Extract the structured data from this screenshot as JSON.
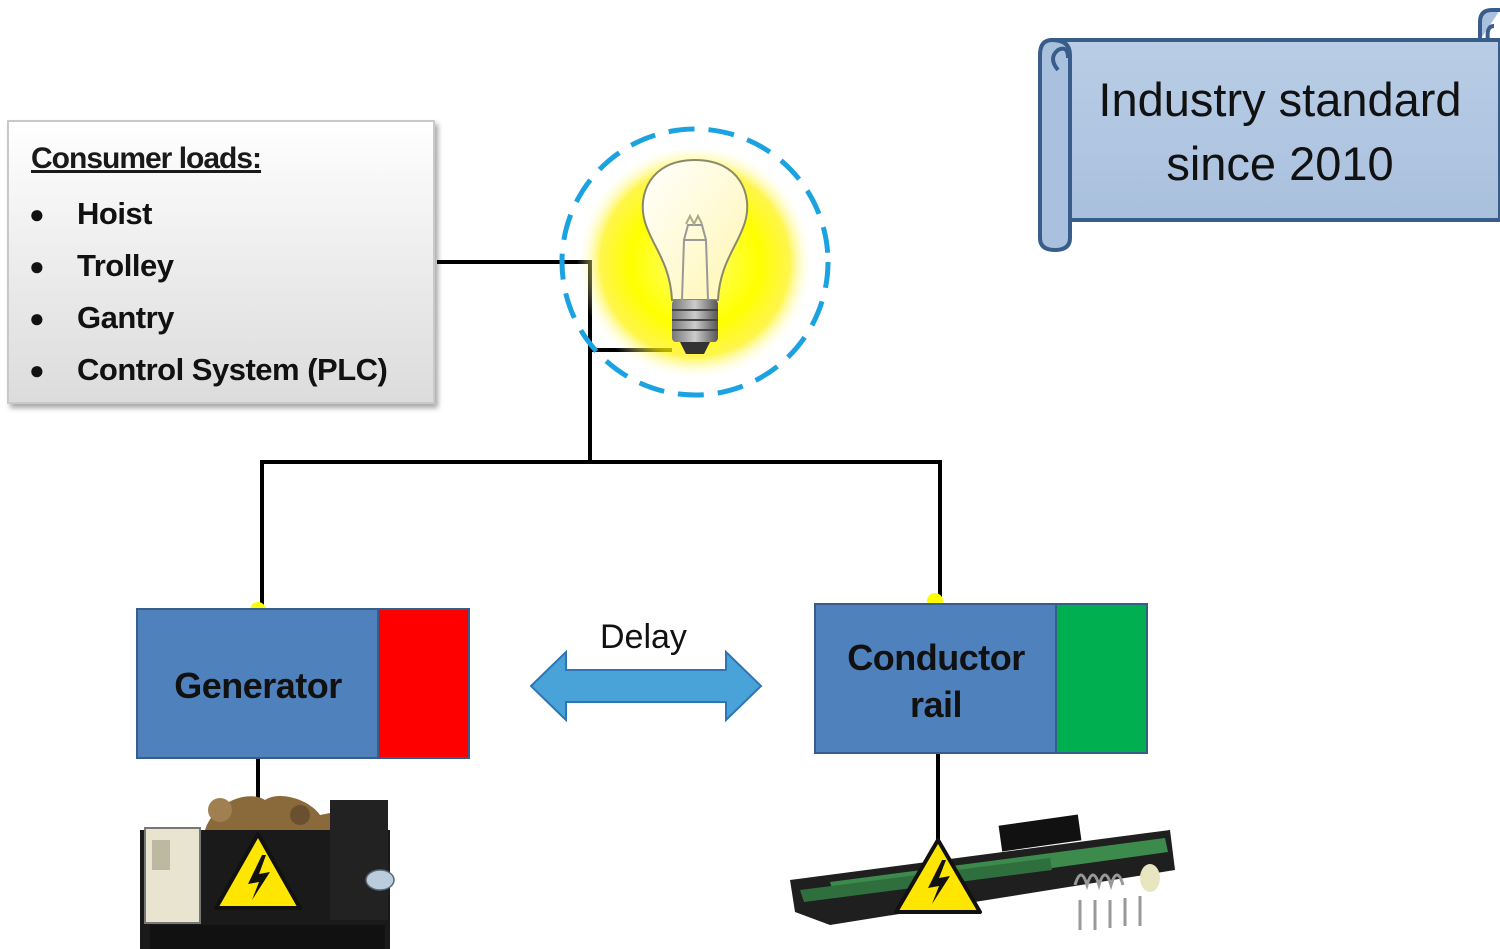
{
  "consumer_loads": {
    "title": "Consumer loads:",
    "items": [
      "Hoist",
      "Trolley",
      "Gantry",
      "Control System (PLC)"
    ]
  },
  "banner": {
    "line1": "Industry standard",
    "line2": "since 2010"
  },
  "generator": {
    "label": "Generator",
    "status_color": "#ff0000"
  },
  "conductor_rail": {
    "label_line1": "Conductor",
    "label_line2": "rail",
    "status_color": "#00b050"
  },
  "delay": {
    "label": "Delay"
  },
  "colors": {
    "block_fill": "#4f81bd",
    "dashed_circle": "#1aa3e0",
    "bulb_glow": "#fff200",
    "junction_dot": "#ffff00"
  },
  "icons": [
    "light-bulb-icon",
    "generator-engine-icon",
    "conductor-rail-icon",
    "high-voltage-warning-icon",
    "double-arrow-icon"
  ]
}
